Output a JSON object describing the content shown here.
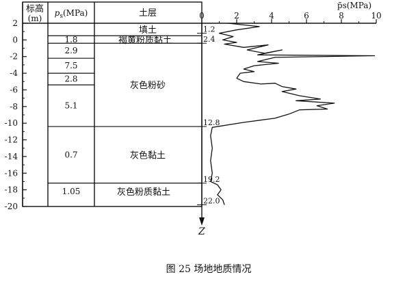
{
  "table": {
    "col_elev_header": "标高",
    "col_elev_unit": "(m)",
    "col_ps_header": "p",
    "col_ps_header_sub": "s",
    "col_ps_header_unit": "(MPa)",
    "col_layer_header": "土层"
  },
  "elevation_ticks": [
    "2",
    "0",
    "-2",
    "-4",
    "-6",
    "-8",
    "-10",
    "-12",
    "-14",
    "-16",
    "-18",
    "-20"
  ],
  "layers": [
    {
      "ps": "",
      "name": "填土",
      "top": 2.0,
      "bottom": 0.5
    },
    {
      "ps": "1.8",
      "name": "褐黄粉质黏土",
      "top": 0.5,
      "bottom": -0.4
    },
    {
      "ps": "2.9",
      "name": "",
      "top": -0.4,
      "bottom": -2.2
    },
    {
      "ps": "7.5",
      "name": "",
      "top": -2.2,
      "bottom": -4.0
    },
    {
      "ps": "2.8",
      "name": "灰色粉砂",
      "top": -4.0,
      "bottom": -5.4
    },
    {
      "ps": "5.1",
      "name": "",
      "top": -5.4,
      "bottom": -10.4
    },
    {
      "ps": "0.7",
      "name": "灰色黏土",
      "top": -10.4,
      "bottom": -17.2
    },
    {
      "ps": "1.05",
      "name": "灰色粉质黏土",
      "top": -17.2,
      "bottom": -19.2
    }
  ],
  "depth_markers": [
    {
      "label": "1.2",
      "elev": 0.8
    },
    {
      "label": "2.4",
      "elev": -0.4
    },
    {
      "label": "12.8",
      "elev": -10.4
    },
    {
      "label": "19.2",
      "elev": -17.2
    },
    {
      "label": "22.0",
      "elev": -19.8
    }
  ],
  "chart_data": {
    "type": "line",
    "title": "",
    "xlabel": "p̄s(MPa)",
    "ylabel": "Z",
    "xlim": [
      0,
      10
    ],
    "ylim": [
      -20,
      2
    ],
    "x_ticks": [
      "0",
      "2",
      "4",
      "6",
      "8",
      "10"
    ],
    "series": [
      {
        "name": "",
        "points": [
          [
            1.5,
            2.0
          ],
          [
            3.3,
            1.6
          ],
          [
            2.0,
            1.2
          ],
          [
            1.0,
            0.8
          ],
          [
            1.8,
            0.4
          ],
          [
            1.2,
            0.0
          ],
          [
            2.0,
            -0.3
          ],
          [
            1.3,
            -0.5
          ],
          [
            2.4,
            -0.9
          ],
          [
            3.8,
            -0.6
          ],
          [
            2.6,
            -1.2
          ],
          [
            3.6,
            -1.6
          ],
          [
            4.6,
            -1.2
          ],
          [
            3.2,
            -1.8
          ],
          [
            9.9,
            -1.9
          ],
          [
            4.2,
            -2.1
          ],
          [
            3.2,
            -2.6
          ],
          [
            4.4,
            -2.8
          ],
          [
            3.0,
            -3.1
          ],
          [
            2.4,
            -3.5
          ],
          [
            3.0,
            -3.8
          ],
          [
            2.2,
            -4.0
          ],
          [
            2.0,
            -4.6
          ],
          [
            2.4,
            -5.0
          ],
          [
            3.4,
            -5.3
          ],
          [
            4.2,
            -5.2
          ],
          [
            4.6,
            -5.6
          ],
          [
            5.4,
            -5.9
          ],
          [
            4.6,
            -6.2
          ],
          [
            5.6,
            -6.7
          ],
          [
            6.8,
            -7.1
          ],
          [
            5.4,
            -7.3
          ],
          [
            7.6,
            -7.6
          ],
          [
            6.6,
            -7.9
          ],
          [
            7.2,
            -8.3
          ],
          [
            5.6,
            -8.4
          ],
          [
            5.0,
            -8.9
          ],
          [
            4.2,
            -9.4
          ],
          [
            2.4,
            -9.9
          ],
          [
            0.6,
            -10.5
          ],
          [
            0.5,
            -11.5
          ],
          [
            0.6,
            -13.0
          ],
          [
            0.5,
            -14.5
          ],
          [
            0.6,
            -16.0
          ],
          [
            0.5,
            -17.0
          ],
          [
            0.9,
            -17.4
          ],
          [
            1.1,
            -18.0
          ],
          [
            0.9,
            -18.6
          ],
          [
            1.2,
            -19.2
          ],
          [
            1.3,
            -19.8
          ]
        ]
      }
    ]
  },
  "caption": "图 25    场地地质情况"
}
